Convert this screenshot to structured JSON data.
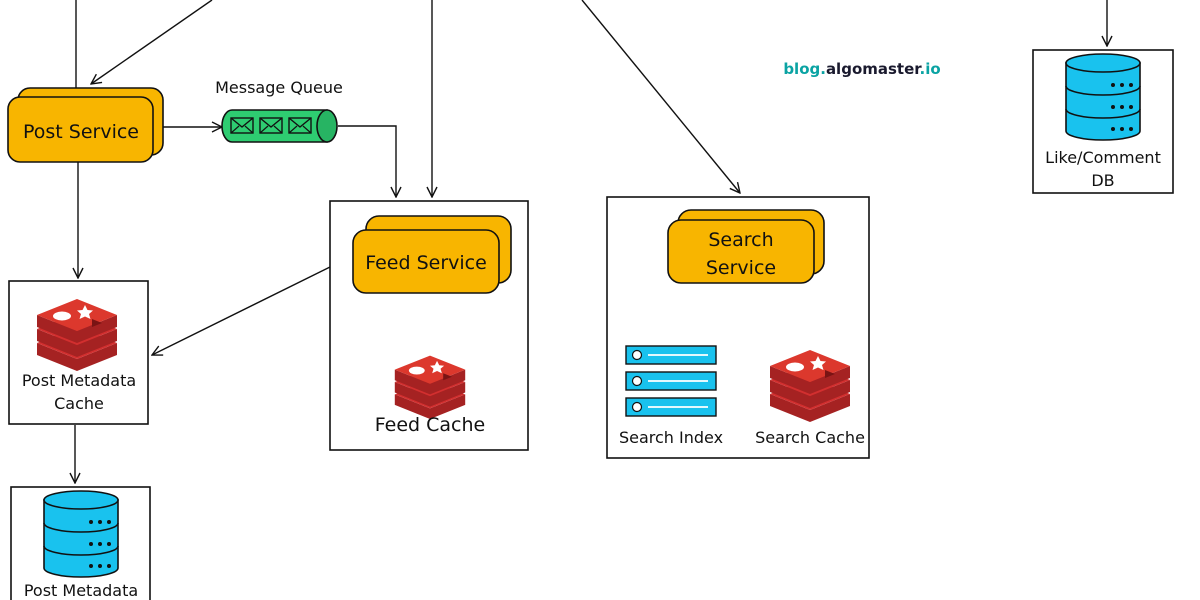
{
  "watermark": {
    "part1": "blog.",
    "part2": "algomaster",
    "part3": ".io"
  },
  "services": {
    "post": "Post Service",
    "feed": "Feed Service",
    "search_line1": "Search",
    "search_line2": "Service"
  },
  "queue": {
    "label": "Message Queue"
  },
  "stores": {
    "post_metadata_cache_line1": "Post Metadata",
    "post_metadata_cache_line2": "Cache",
    "post_metadata_db": "Post Metadata",
    "feed_cache": "Feed Cache",
    "search_index": "Search Index",
    "search_cache": "Search Cache",
    "like_comment_db_line1": "Like/Comment",
    "like_comment_db_line2": "DB"
  },
  "colors": {
    "service": "#f8b500",
    "queue": "#2ecc71",
    "database": "#19c2ee",
    "redis": "#d22f2f",
    "watermark_teal": "#0aa3a3",
    "watermark_dark": "#1a1a2e"
  },
  "icons": {
    "redis": "redis-cache-icon",
    "database": "database-cylinder-icon",
    "queue": "message-queue-icon",
    "index": "search-index-icon"
  }
}
